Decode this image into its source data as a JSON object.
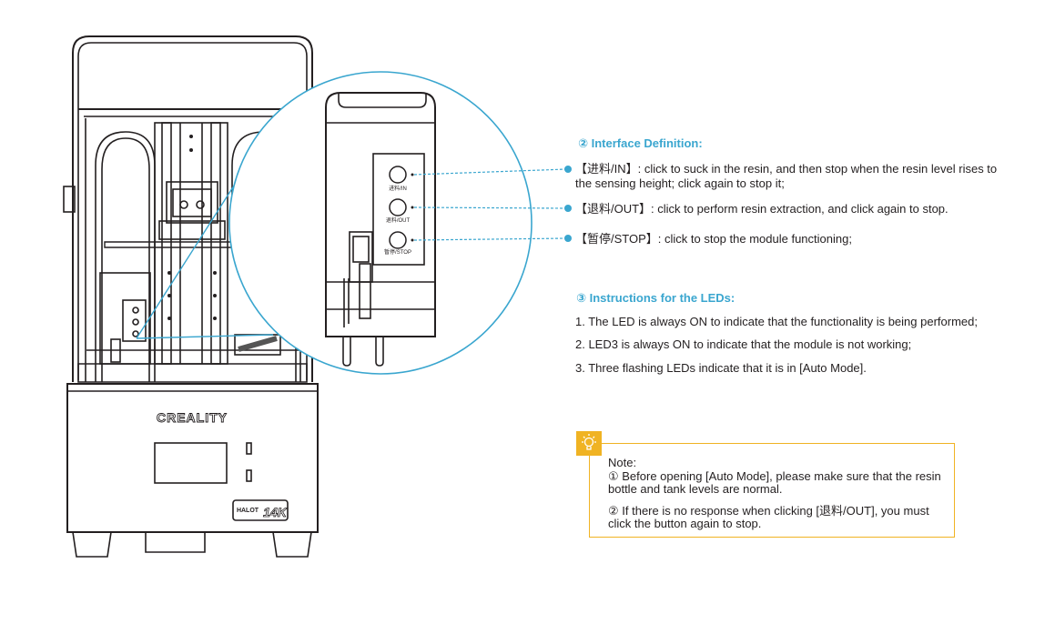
{
  "printer": {
    "brand": "CREALITY",
    "model_badge": "HALOT",
    "model_badge_suffix": "14K"
  },
  "module": {
    "buttons": [
      {
        "label": "进料/IN"
      },
      {
        "label": "退料/OUT"
      },
      {
        "label": "暂停/STOP"
      }
    ]
  },
  "interface": {
    "heading": "② Interface Definition:",
    "items": [
      {
        "text": "【进料/IN】: click to suck in the resin, and then stop when the resin level rises to the sensing height; click again to stop it;"
      },
      {
        "text": "【退料/OUT】: click to perform resin extraction, and click again to stop."
      },
      {
        "text": "【暂停/STOP】: click to stop the module functioning;"
      }
    ]
  },
  "leds": {
    "heading": "③ Instructions for the LEDs:",
    "items": [
      "1. The LED is always ON to indicate that the functionality is being performed;",
      "2. LED3 is always ON to indicate that the module is not working;",
      "3. Three flashing LEDs indicate that it is in [Auto Mode]."
    ]
  },
  "note": {
    "title": "Note:",
    "items": [
      "① Before opening [Auto Mode], please make sure that the resin bottle and tank levels  are normal.",
      "② If there is no response when clicking [退料/OUT], you must click the button again to stop."
    ]
  },
  "colors": {
    "accent": "#3aa6cf",
    "note_border": "#f0b323",
    "line_art": "#231f20"
  },
  "icons": {
    "note": "lightbulb-icon"
  }
}
